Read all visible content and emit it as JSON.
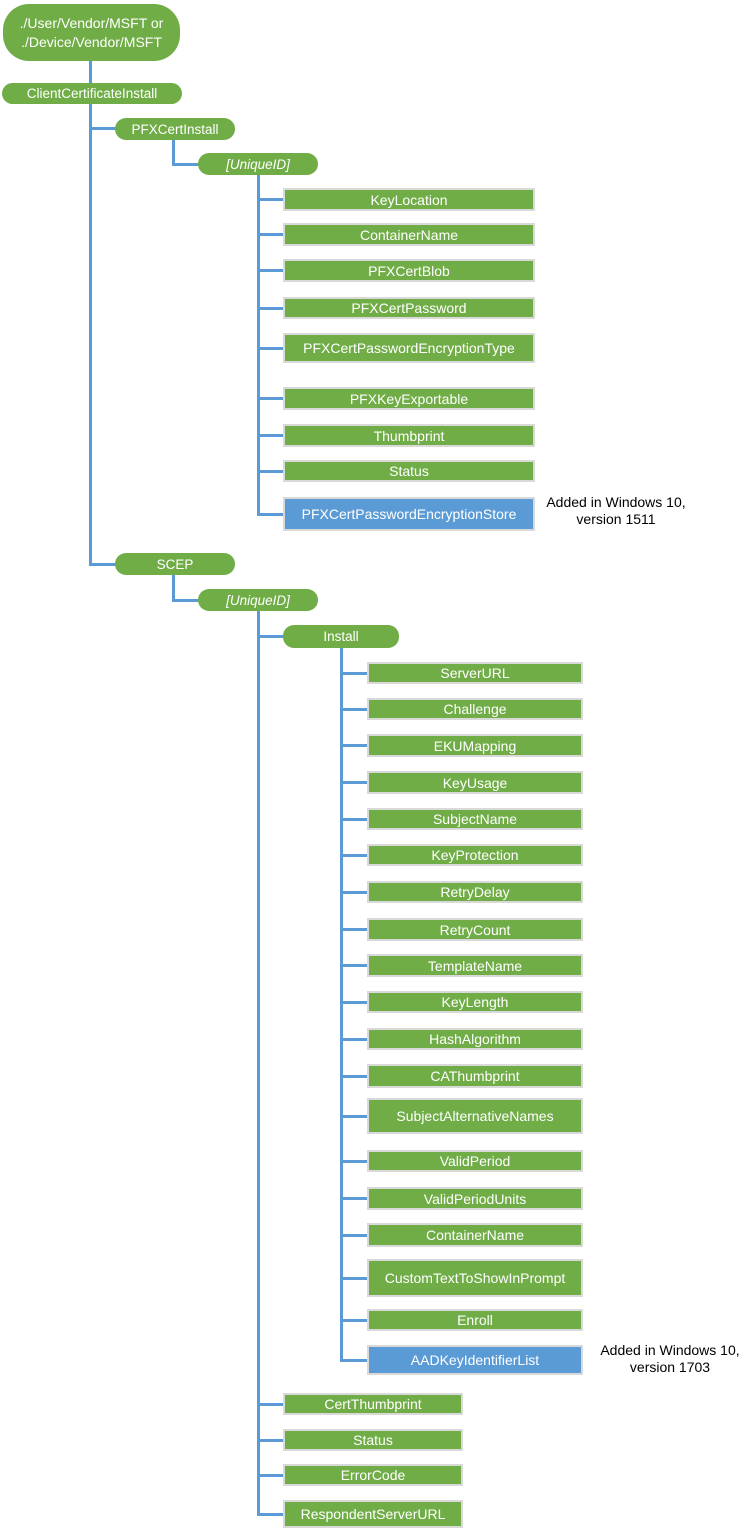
{
  "colors": {
    "node_green": "#70AD47",
    "node_blue": "#5B9BD5",
    "connector_blue": "#5B9BD5",
    "box_border": "#D9D9D9",
    "node_text": "#FFFFFF",
    "note_text": "#000000"
  },
  "tree": {
    "root": {
      "line1": "./User/Vendor/MSFT or",
      "line2": "./Device/Vendor/MSFT"
    },
    "client_certificate_install": {
      "label": "ClientCertificateInstall"
    },
    "pfx_cert_install": {
      "label": "PFXCertInstall",
      "unique_id": "[UniqueID]",
      "children": [
        "KeyLocation",
        "ContainerName",
        "PFXCertBlob",
        "PFXCertPassword",
        "PFXCertPasswordEncryptionType",
        "PFXKeyExportable",
        "Thumbprint",
        "Status"
      ],
      "added": {
        "label": "PFXCertPasswordEncryptionStore",
        "note": [
          "Added in Windows 10,",
          "version 1511"
        ]
      }
    },
    "scep": {
      "label": "SCEP",
      "unique_id": "[UniqueID]",
      "install": {
        "label": "Install",
        "children": [
          "ServerURL",
          "Challenge",
          "EKUMapping",
          "KeyUsage",
          "SubjectName",
          "KeyProtection",
          "RetryDelay",
          "RetryCount",
          "TemplateName",
          "KeyLength",
          "HashAlgorithm",
          "CAThumbprint",
          "SubjectAlternativeNames",
          "ValidPeriod",
          "ValidPeriodUnits",
          "ContainerName",
          "CustomTextToShowInPrompt",
          "Enroll"
        ],
        "added": {
          "label": "AADKeyIdentifierList",
          "note": [
            "Added in Windows 10,",
            "version 1703"
          ]
        }
      },
      "children": [
        "CertThumbprint",
        "Status",
        "ErrorCode",
        "RespondentServerURL"
      ]
    }
  }
}
